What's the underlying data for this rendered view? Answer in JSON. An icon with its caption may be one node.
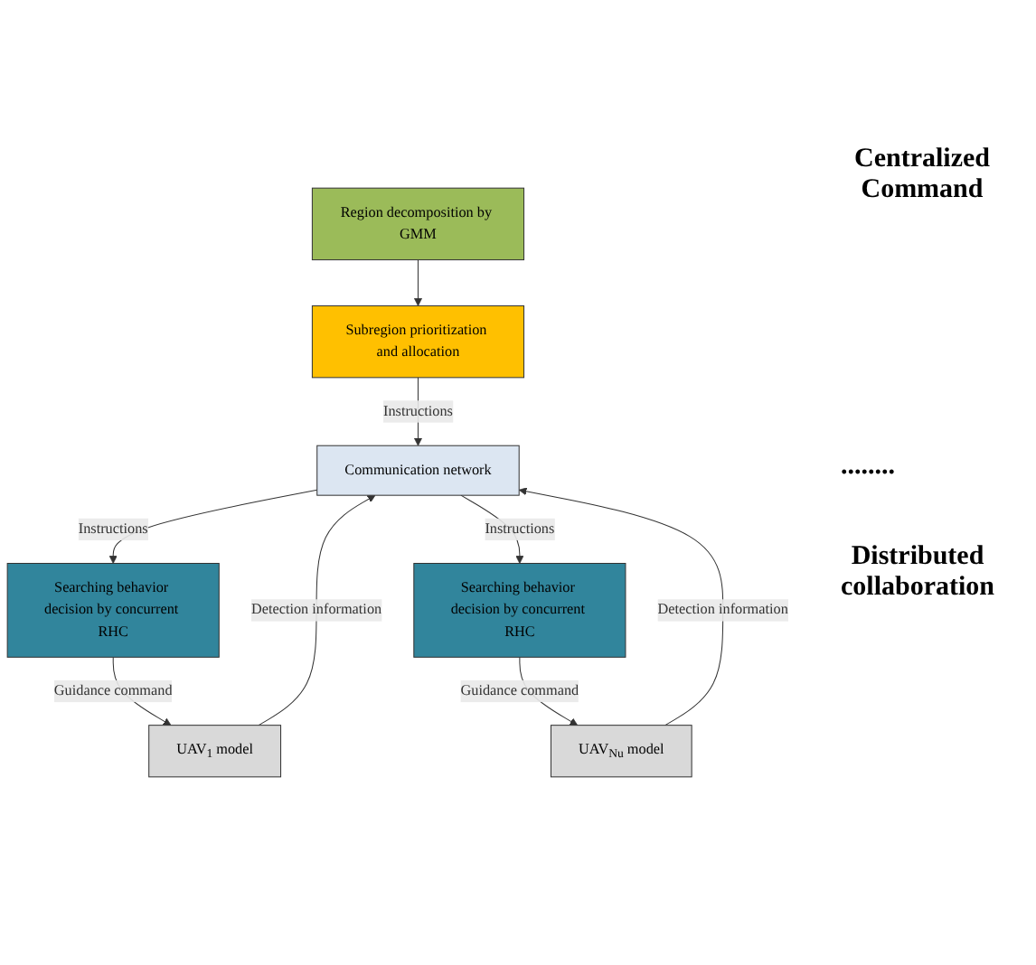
{
  "diagram": {
    "nodes": [
      {
        "text": [
          "Region decomposition by GMM"
        ]
      },
      {
        "text": [
          "Subregion prioritization and allocation"
        ]
      },
      {
        "text": [
          "Communication network"
        ]
      },
      {
        "text": [
          "Searching behavior decision by concurrent RHC"
        ]
      },
      {
        "text": [
          "Searching behavior decision by concurrent RHC"
        ]
      },
      {
        "text": [
          "UAV$_{1}$ model"
        ]
      },
      {
        "text": [
          "UAV$_{Nu}$ model"
        ]
      }
    ],
    "edges": [
      {
        "from": 0,
        "to": 1,
        "arrow": "to"
      },
      {
        "from": 1,
        "to": 2,
        "arrow": "to",
        "label": "Instructions"
      },
      {
        "from": 2,
        "to": 3,
        "arrow": "to",
        "label": "Instructions"
      },
      {
        "from": 2,
        "to": 4,
        "arrow": "to",
        "label": "Instructions"
      },
      {
        "from": 3,
        "to": 5,
        "arrow": "to",
        "label": "Guidance command"
      },
      {
        "from": 4,
        "to": 6,
        "arrow": "to",
        "label": "Guidance command"
      },
      {
        "from": 5,
        "to": 2,
        "arrow": "to",
        "label": "Detection information"
      },
      {
        "from": 6,
        "to": 2,
        "arrow": "to",
        "label": "Detection information"
      }
    ],
    "labels": [
      "Centralized Command",
      "Distributed collaboration",
      "........"
    ]
  }
}
